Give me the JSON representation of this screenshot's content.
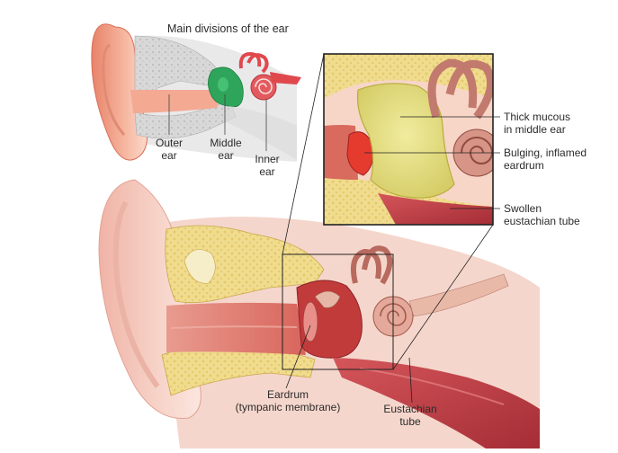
{
  "title": "Main divisions of the ear",
  "labels": {
    "outer_ear": [
      "Outer",
      "ear"
    ],
    "middle_ear": [
      "Middle",
      "ear"
    ],
    "inner_ear": [
      "Inner",
      "ear"
    ],
    "mucous": [
      "Thick mucous",
      "in middle ear"
    ],
    "eardrum_inflamed": [
      "Bulging, inflamed",
      "eardrum"
    ],
    "tube_swollen": [
      "Swollen",
      "eustachian tube"
    ],
    "eardrum": [
      "Eardrum",
      "(tympanic membrane)"
    ],
    "eustachian": [
      "Eustachian",
      "tube"
    ]
  },
  "colors": {
    "skin": "#f3a488",
    "skin_light": "#f8d2c2",
    "bone": "#d9d9d9",
    "bone_yellow": "#efd98a",
    "middle_ear_green": "#2ea55a",
    "inner_ear_red": "#e0484e",
    "mucous": "#e5df8a",
    "inflamed": "#e53b2f",
    "muscle": "#c9434a"
  }
}
